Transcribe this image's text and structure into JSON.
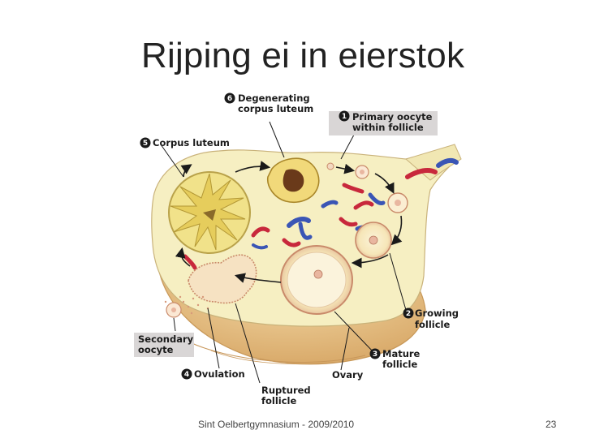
{
  "slide": {
    "title": "Rijping ei in eierstok",
    "footer_left": "Sint Oelbertgymnasium - 2009/2010",
    "page_number": "23"
  },
  "diagram": {
    "labels": {
      "stage1_number": "1",
      "stage1_line1": "Primary oocyte",
      "stage1_line2": "within follicle",
      "stage2_number": "2",
      "stage2_line1": "Growing",
      "stage2_line2": "follicle",
      "stage3_number": "3",
      "stage3_line1": "Mature",
      "stage3_line2": "follicle",
      "stage4_number": "4",
      "stage4_line1": "Ovulation",
      "stage5_number": "5",
      "stage5_line1": "Corpus luteum",
      "stage6_number": "6",
      "stage6_line1": "Degenerating",
      "stage6_line2": "corpus luteum",
      "secondary_line1": "Secondary",
      "secondary_line2": "oocyte",
      "ruptured_line1": "Ruptured",
      "ruptured_line2": "follicle",
      "ovary": "Ovary"
    },
    "colors": {
      "ovary_fill": "#f6efc2",
      "ovary_base": "#e8c48a",
      "corpus_luteum": "#f1e28a",
      "label_box": "#d9d6d6",
      "blood_red": "#c8283c",
      "blood_blue": "#3a55b5"
    }
  }
}
